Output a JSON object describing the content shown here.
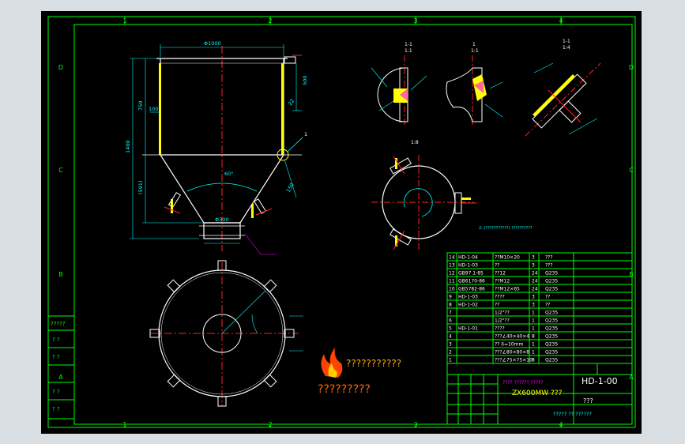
{
  "frame": {
    "columns": [
      "1",
      "2",
      "3",
      "4"
    ],
    "rows": [
      "D",
      "C",
      "B",
      "A"
    ]
  },
  "elevation": {
    "top_width": "Φ1000",
    "d500": "500",
    "d750": "750",
    "d1400": "1400",
    "d100": "100",
    "d591": "(591)",
    "angle": "60°",
    "bottom_width": "Φ300",
    "d22": "22",
    "d150": "150",
    "callout": "1"
  },
  "details": {
    "d1_title": "1-1",
    "d1_scale": "1:1",
    "d2_title": "1",
    "d2_scale": "1:1",
    "d3_title": "1-1",
    "d3_scale": "1:4",
    "d4_title": "1:8"
  },
  "note": "2. (???????????) ??????????",
  "bom": {
    "rows": [
      {
        "no": "14",
        "code": "HD-1-04",
        "name": "??M10×20",
        "qty": "3",
        "mat": "???"
      },
      {
        "no": "13",
        "code": "HD-1-03",
        "name": "??",
        "qty": "3",
        "mat": "???"
      },
      {
        "no": "12",
        "code": "GB97.1-85",
        "name": "??12",
        "qty": "24",
        "mat": "Q235"
      },
      {
        "no": "11",
        "code": "GB6170-86",
        "name": "??M12",
        "qty": "24",
        "mat": "Q235"
      },
      {
        "no": "10",
        "code": "GB5782-86",
        "name": "??M12×65",
        "qty": "24",
        "mat": "Q235"
      },
      {
        "no": "9",
        "code": "HD-1-03",
        "name": "????",
        "qty": "3",
        "mat": "??"
      },
      {
        "no": "8",
        "code": "HD-1-02",
        "name": "??",
        "qty": "3",
        "mat": "??"
      },
      {
        "no": "7",
        "code": "",
        "name": "1/2\"??",
        "qty": "1",
        "mat": "Q235"
      },
      {
        "no": "6",
        "code": "",
        "name": "1/2\"??",
        "qty": "1",
        "mat": "Q235"
      },
      {
        "no": "5",
        "code": "HD-1-01",
        "name": "????",
        "qty": "1",
        "mat": "Q235"
      },
      {
        "no": "4",
        "code": "",
        "name": "???∠40×40×4",
        "qty": "8",
        "mat": "Q235"
      },
      {
        "no": "3",
        "code": "",
        "name": "?? δ=10mm",
        "qty": "1",
        "mat": "Q235"
      },
      {
        "no": "2",
        "code": "",
        "name": "???∠80×80×8",
        "qty": "1",
        "mat": "Q235"
      },
      {
        "no": "1",
        "code": "",
        "name": "???∠75×75×10",
        "qty": "8",
        "mat": "Q235"
      }
    ]
  },
  "title_block": {
    "drawing_no": "HD-1-00",
    "project": "???? ?????? ?????",
    "model": "ZX600MW ???",
    "part": "???",
    "company": "????? ?? ??????"
  },
  "watermark": {
    "line1": "???????????",
    "line2": "?????????"
  },
  "side_marks": [
    "?????",
    "?  ?",
    "?  ?",
    "?  ?",
    "?  ?"
  ],
  "colors": {
    "background": "#000000",
    "outer": "#d9dee2",
    "frame": "#00ff00",
    "outline": "#ffffff",
    "center": "#ff2020",
    "hatch": "#ffff00",
    "dims": "#00ffff",
    "accent": "#ff00ff"
  }
}
